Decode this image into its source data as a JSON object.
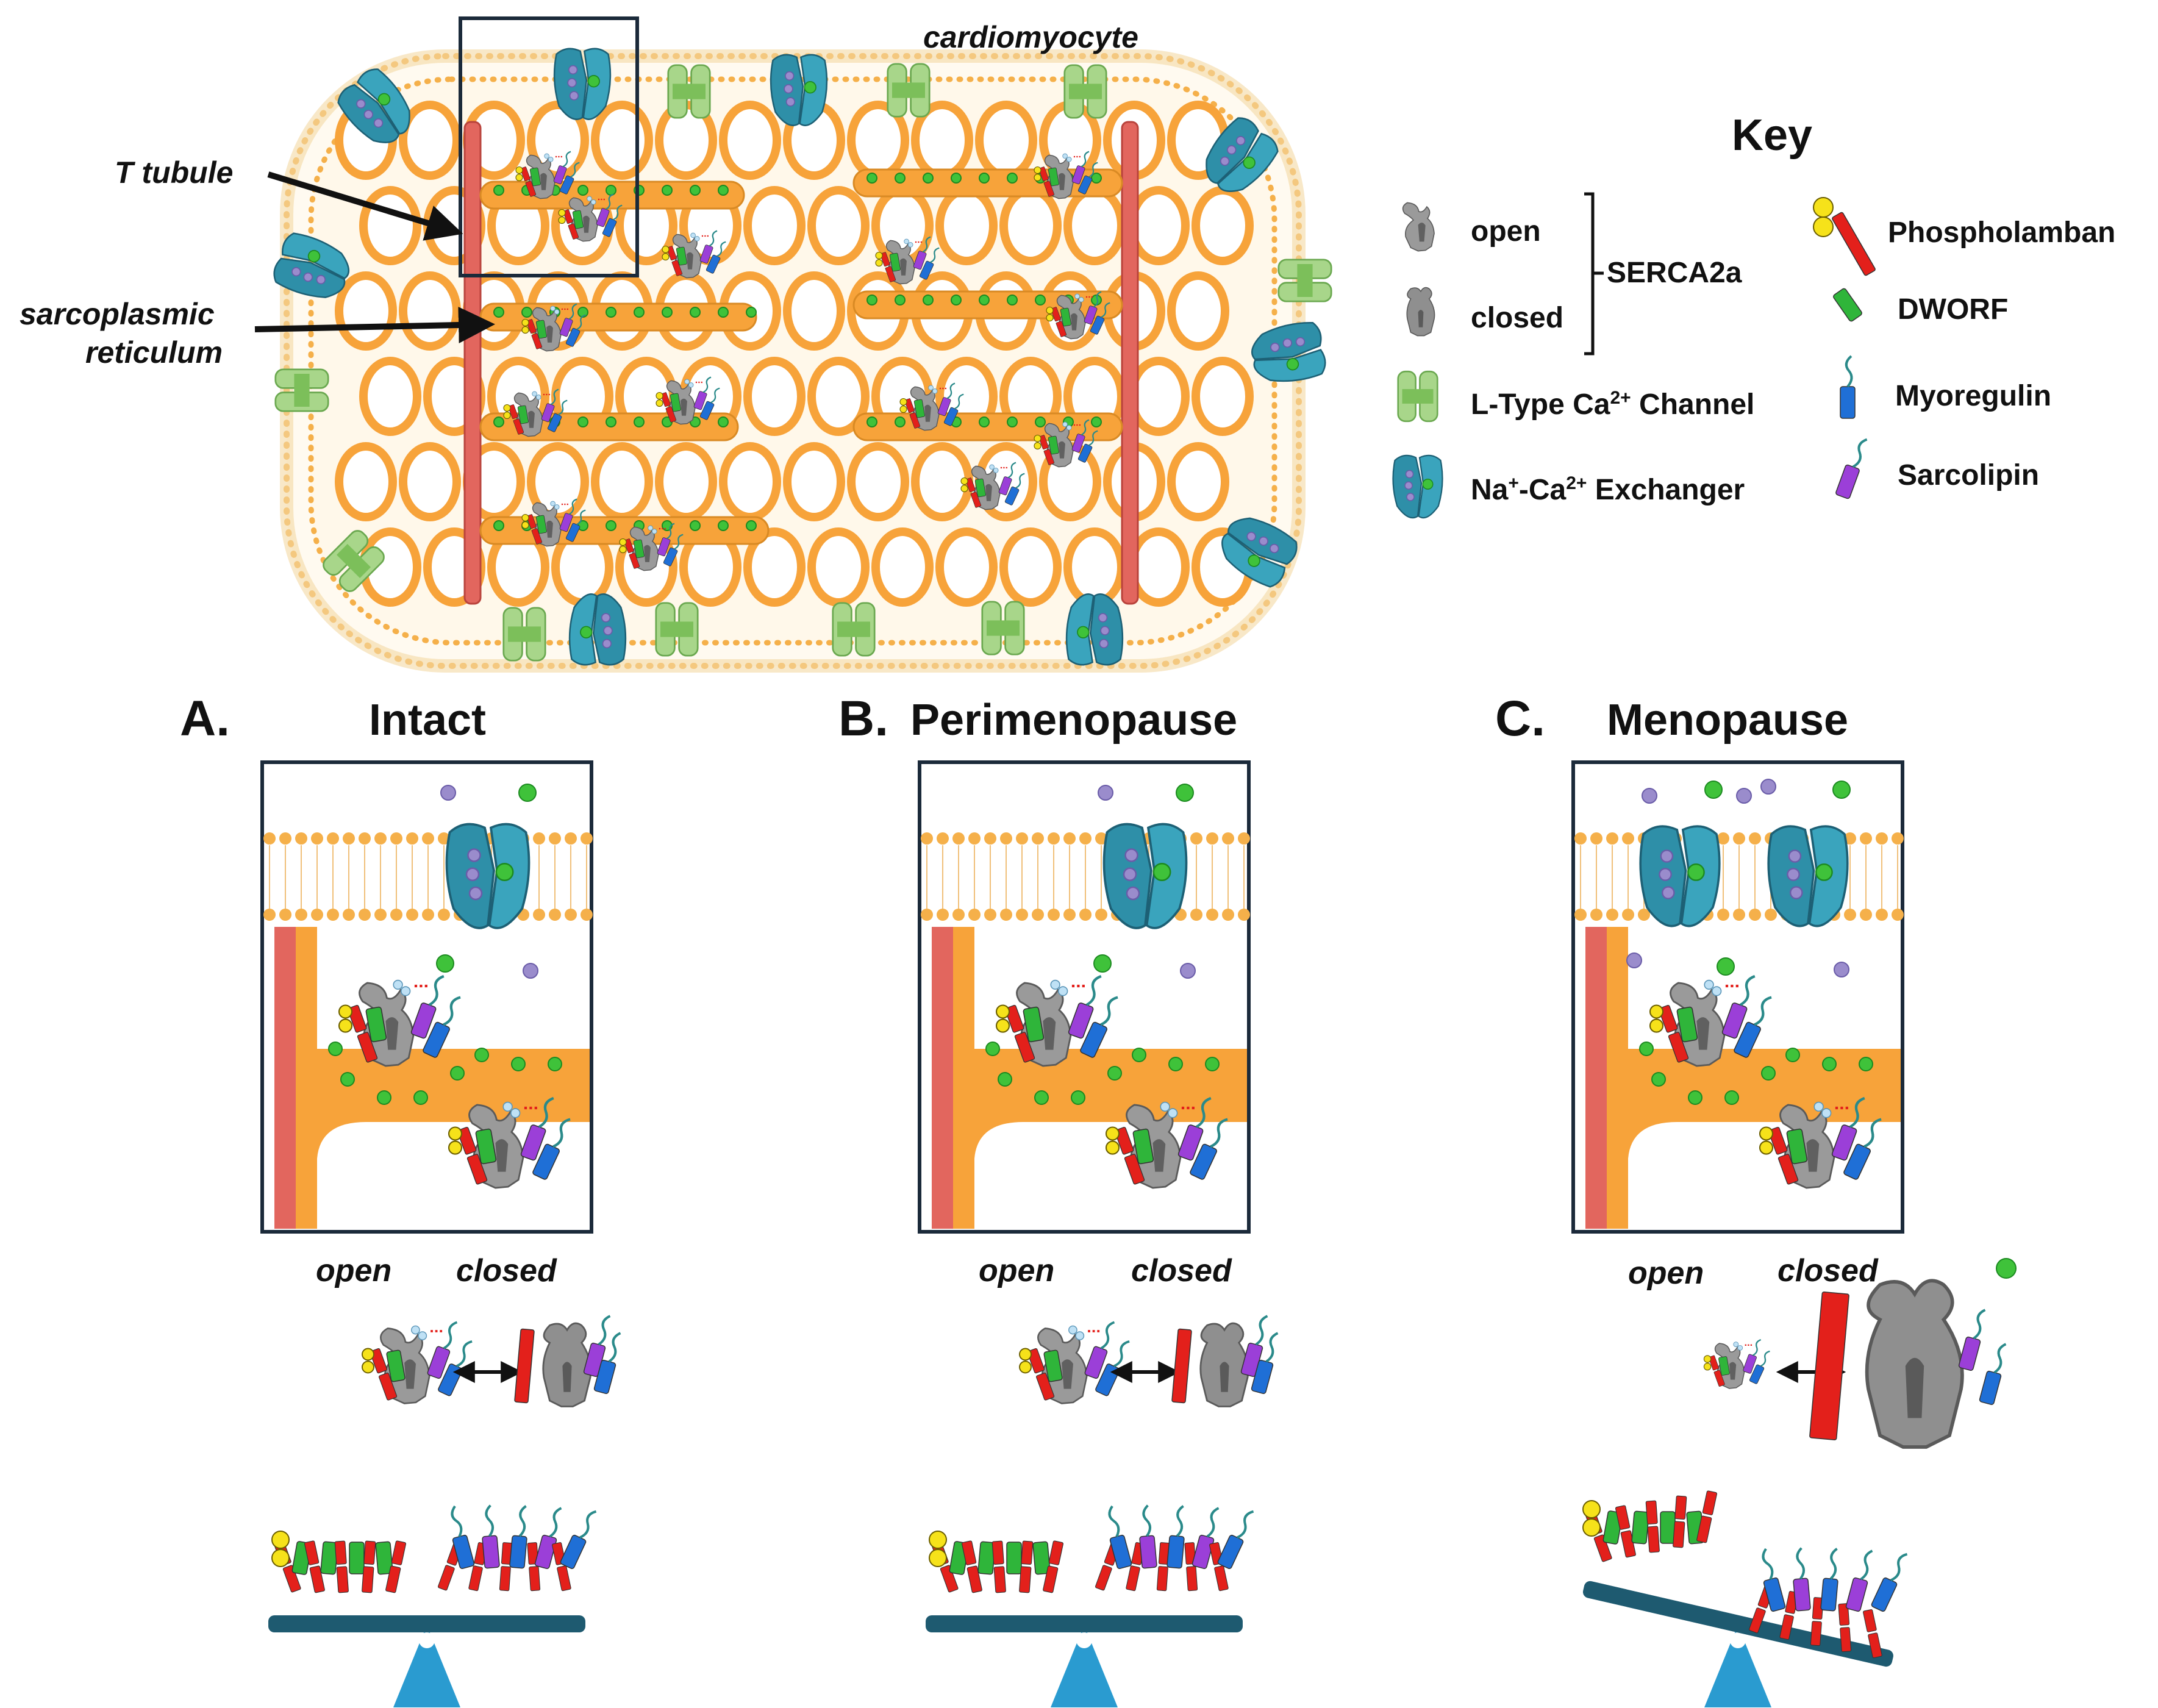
{
  "cell": {
    "label": "cardiomyocyte",
    "t_tubule_label": "T tubule",
    "sr_label_line1": "sarcoplasmic",
    "sr_label_line2": "reticulum"
  },
  "key": {
    "title": "Key",
    "serca_group": "SERCA2a",
    "open": "open",
    "closed": "closed",
    "ltype": "L-Type Ca",
    "ltype_sup": "2+",
    "ltype_tail": " Channel",
    "ncx_a": "Na",
    "ncx_sup1": "+",
    "ncx_b": "-Ca",
    "ncx_sup2": "2+",
    "ncx_tail": " Exchanger",
    "plb": "Phospholamban",
    "dworf": "DWORF",
    "mln": "Myoregulin",
    "sln": "Sarcolipin"
  },
  "panels": [
    {
      "letter": "A.",
      "title": "Intact",
      "open": "open",
      "closed": "closed",
      "balance": "level"
    },
    {
      "letter": "B.",
      "title": "Perimenopause",
      "open": "open",
      "closed": "closed",
      "balance": "level"
    },
    {
      "letter": "C.",
      "title": "Menopause",
      "open": "open",
      "closed": "closed",
      "balance": "tilted-right-down"
    }
  ],
  "colors": {
    "membrane": "#f5b04a",
    "cytoplasm": "#f7a33a",
    "ttubule": "#e2665e",
    "ltype": "#a8d68a",
    "ncx": "#2e8fa8",
    "serca": "#8f8f8f",
    "plb": "#e3201b",
    "dworf": "#2fb53a",
    "mln": "#1f6fd6",
    "sln": "#9b3fd8",
    "calcium": "#3fc23a",
    "sodium": "#9a8ccc",
    "seesaw": "#1e5a70",
    "fulcrum": "#2a9bd0"
  }
}
